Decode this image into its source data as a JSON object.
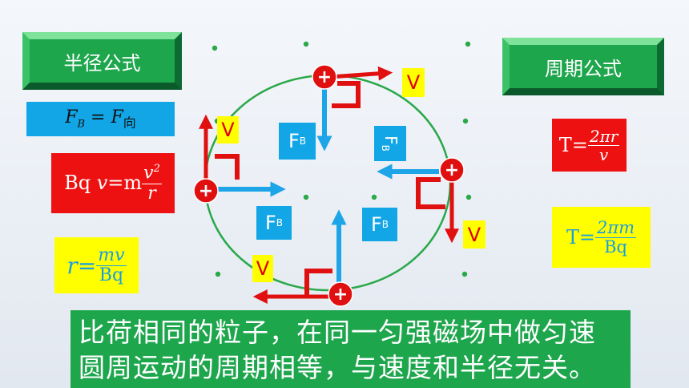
{
  "left_panel": {
    "title": "半径公式",
    "force_eq": {
      "lhs": "F",
      "lhs_sub": "B",
      "eq": " = ",
      "rhs": "F",
      "rhs_sub": "向"
    },
    "motion_eq": {
      "lhs": "Bq",
      "v": "v",
      "eq": " =m",
      "num": "v",
      "num_sup": "2",
      "den": "r"
    },
    "radius_eq": {
      "lhs": "r",
      "eq": " =",
      "num": "mv",
      "den": "Bq"
    }
  },
  "right_panel": {
    "title": "周期公式",
    "period_eq1": {
      "lhs": "T=",
      "num": "2πr",
      "den": "v"
    },
    "period_eq2": {
      "lhs": "T=",
      "num": "2πm",
      "den": "Bq"
    }
  },
  "diagram": {
    "force_label": {
      "main": "F",
      "sub": "B"
    },
    "velocity_label": "V",
    "charge_symbol": "+"
  },
  "caption": {
    "line1": "比荷相同的粒子，在同一匀强磁场中做匀速",
    "line2": "圆周运动的周期相等，与速度和半径无关。"
  },
  "colors": {
    "green_panel": "#1ea64d",
    "blue_box": "#12a6e6",
    "red_box": "#ee1111",
    "yellow_box": "#ffff00",
    "circle": "#2aa84a",
    "force_arrow": "#1ea5e8",
    "velocity_arrow": "#e01010"
  }
}
